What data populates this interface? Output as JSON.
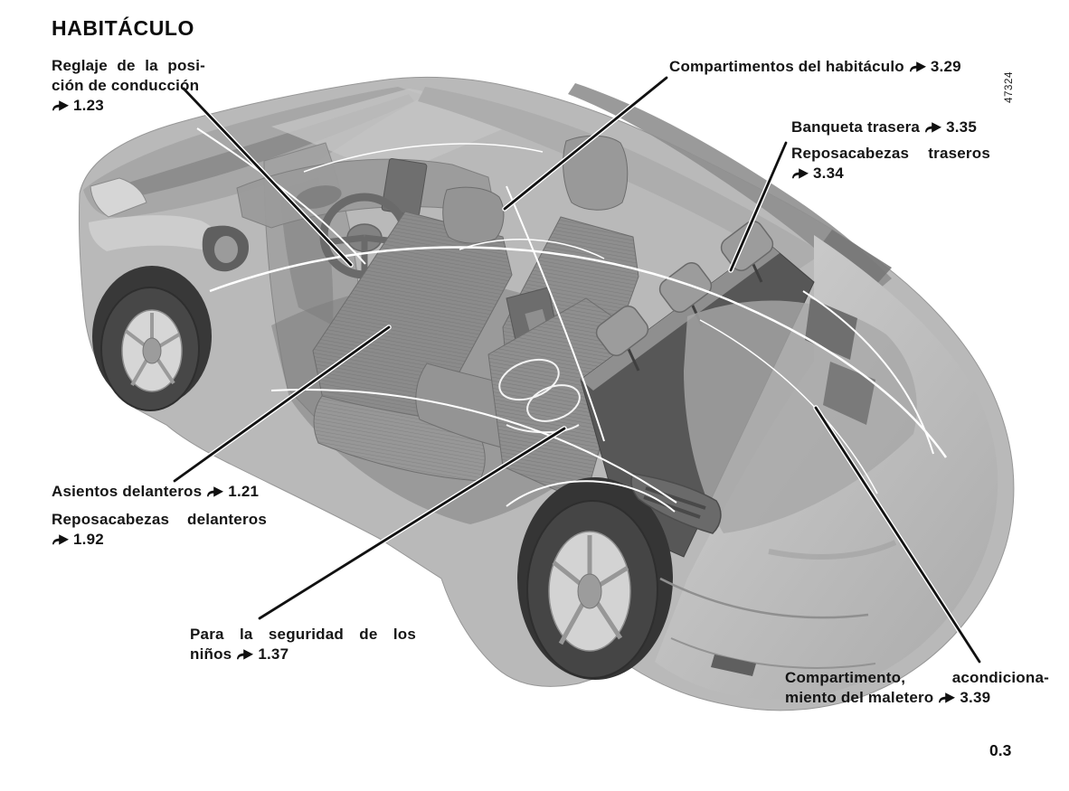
{
  "page": {
    "title": "HABITÁCULO",
    "page_number": "0.3",
    "figure_number": "47324"
  },
  "colors": {
    "paper": "#ffffff",
    "text": "#151515",
    "leader_line": "#111111",
    "body_gray": "#b9b9b9",
    "dark_panel_gray": "#575757"
  },
  "labels": {
    "reglaje": {
      "line1": "Reglaje de la posi-",
      "line2": "ción de conducción",
      "ref": "1.23"
    },
    "compartimentos": {
      "text": "Compartimentos del habitáculo",
      "ref": "3.29"
    },
    "banqueta": {
      "text": "Banqueta trasera",
      "ref": "3.35"
    },
    "reposacabezas_traseros": {
      "line1": "Reposacabezas traseros",
      "ref": "3.34"
    },
    "asientos": {
      "text": "Asientos delanteros",
      "ref": "1.21"
    },
    "reposacabezas_delanteros": {
      "line1": "Reposacabezas delanteros",
      "ref": "1.92"
    },
    "seguridad": {
      "line1": "Para la seguridad de los",
      "line2": "niños",
      "ref": "1.37"
    },
    "maletero": {
      "line1": "Compartimento, acondiciona-",
      "line2": "miento del maletero",
      "ref": "3.39"
    }
  }
}
